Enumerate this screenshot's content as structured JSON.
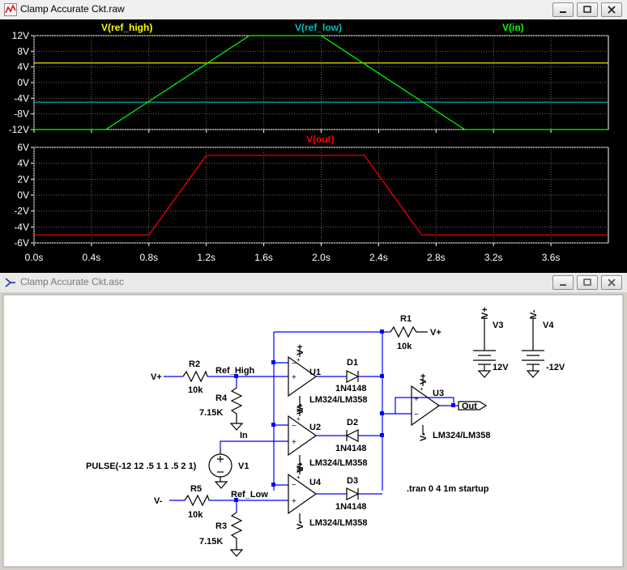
{
  "waveform_window": {
    "title": "Clamp Accurate Ckt.raw",
    "icon": "waveform-icon",
    "buttons": [
      "minimize-button",
      "restore-button",
      "close-button"
    ]
  },
  "schematic_window": {
    "title": "Clamp Accurate Ckt.asc",
    "icon": "schematic-icon"
  },
  "colors": {
    "plot_bg": "#000000",
    "ref_high": "#ffff00",
    "ref_low": "#00bfbf",
    "in": "#00ff00",
    "out": "#ff0000",
    "schematic_wire": "#0000ff",
    "schematic_bg": "#ffffff"
  },
  "chart_data": [
    {
      "type": "line",
      "title": "",
      "series": [
        {
          "name": "V(ref_high)",
          "x": [
            0,
            4.0
          ],
          "values": [
            5,
            5
          ]
        },
        {
          "name": "V(ref_low)",
          "x": [
            0,
            4.0
          ],
          "values": [
            -5,
            -5
          ]
        },
        {
          "name": "V(in)",
          "x": [
            0,
            0.5,
            1.5,
            2.0,
            3.0,
            4.0
          ],
          "values": [
            -12,
            -12,
            12,
            12,
            -12,
            -12
          ]
        }
      ],
      "y_ticks": [
        "12V",
        "8V",
        "4V",
        "0V",
        "-4V",
        "-8V",
        "-12V"
      ],
      "ylim": [
        -12,
        12
      ],
      "xlim": [
        0,
        4.0
      ],
      "grid": true
    },
    {
      "type": "line",
      "title": "",
      "series": [
        {
          "name": "V(out)",
          "x": [
            0,
            0.8,
            1.2,
            2.3,
            2.7,
            4.0
          ],
          "values": [
            -5,
            -5,
            5,
            5,
            -5,
            -5
          ]
        }
      ],
      "y_ticks": [
        "6V",
        "4V",
        "2V",
        "0V",
        "-2V",
        "-4V",
        "-6V"
      ],
      "ylim": [
        -6,
        6
      ],
      "xlim": [
        0,
        4.0
      ],
      "x_ticks": [
        "0.0s",
        "0.4s",
        "0.8s",
        "1.2s",
        "1.6s",
        "2.0s",
        "2.4s",
        "2.8s",
        "3.2s",
        "3.6s"
      ],
      "grid": true
    }
  ],
  "schematic": {
    "labels": {
      "r1": "R1",
      "r1v": "10k",
      "r1net": "V+",
      "r2": "R2",
      "r2v": "10k",
      "r3": "R3",
      "r3v": "7.15K",
      "r4": "R4",
      "r4v": "7.15K",
      "r5": "R5",
      "r5v": "10k",
      "vplus_in": "V+",
      "vminus_in": "V-",
      "ref_high": "Ref_High",
      "ref_low": "Ref_Low",
      "in": "In",
      "u1": "U1",
      "u2": "U2",
      "u3": "U3",
      "u4": "U4",
      "opamp_model": "LM324/LM358",
      "d1": "D1",
      "d2": "D2",
      "d3": "D3",
      "diode_model": "1N4148",
      "out": "Out",
      "v1": "V1",
      "v1val": "PULSE(-12 12 .5 1 1 .5 2 1)",
      "v3": "V3",
      "v3val": "12V",
      "v4": "V4",
      "v4val": "-12V",
      "vp": "V+",
      "vm": "V-",
      "tran": ".tran 0 4 1m startup"
    }
  }
}
